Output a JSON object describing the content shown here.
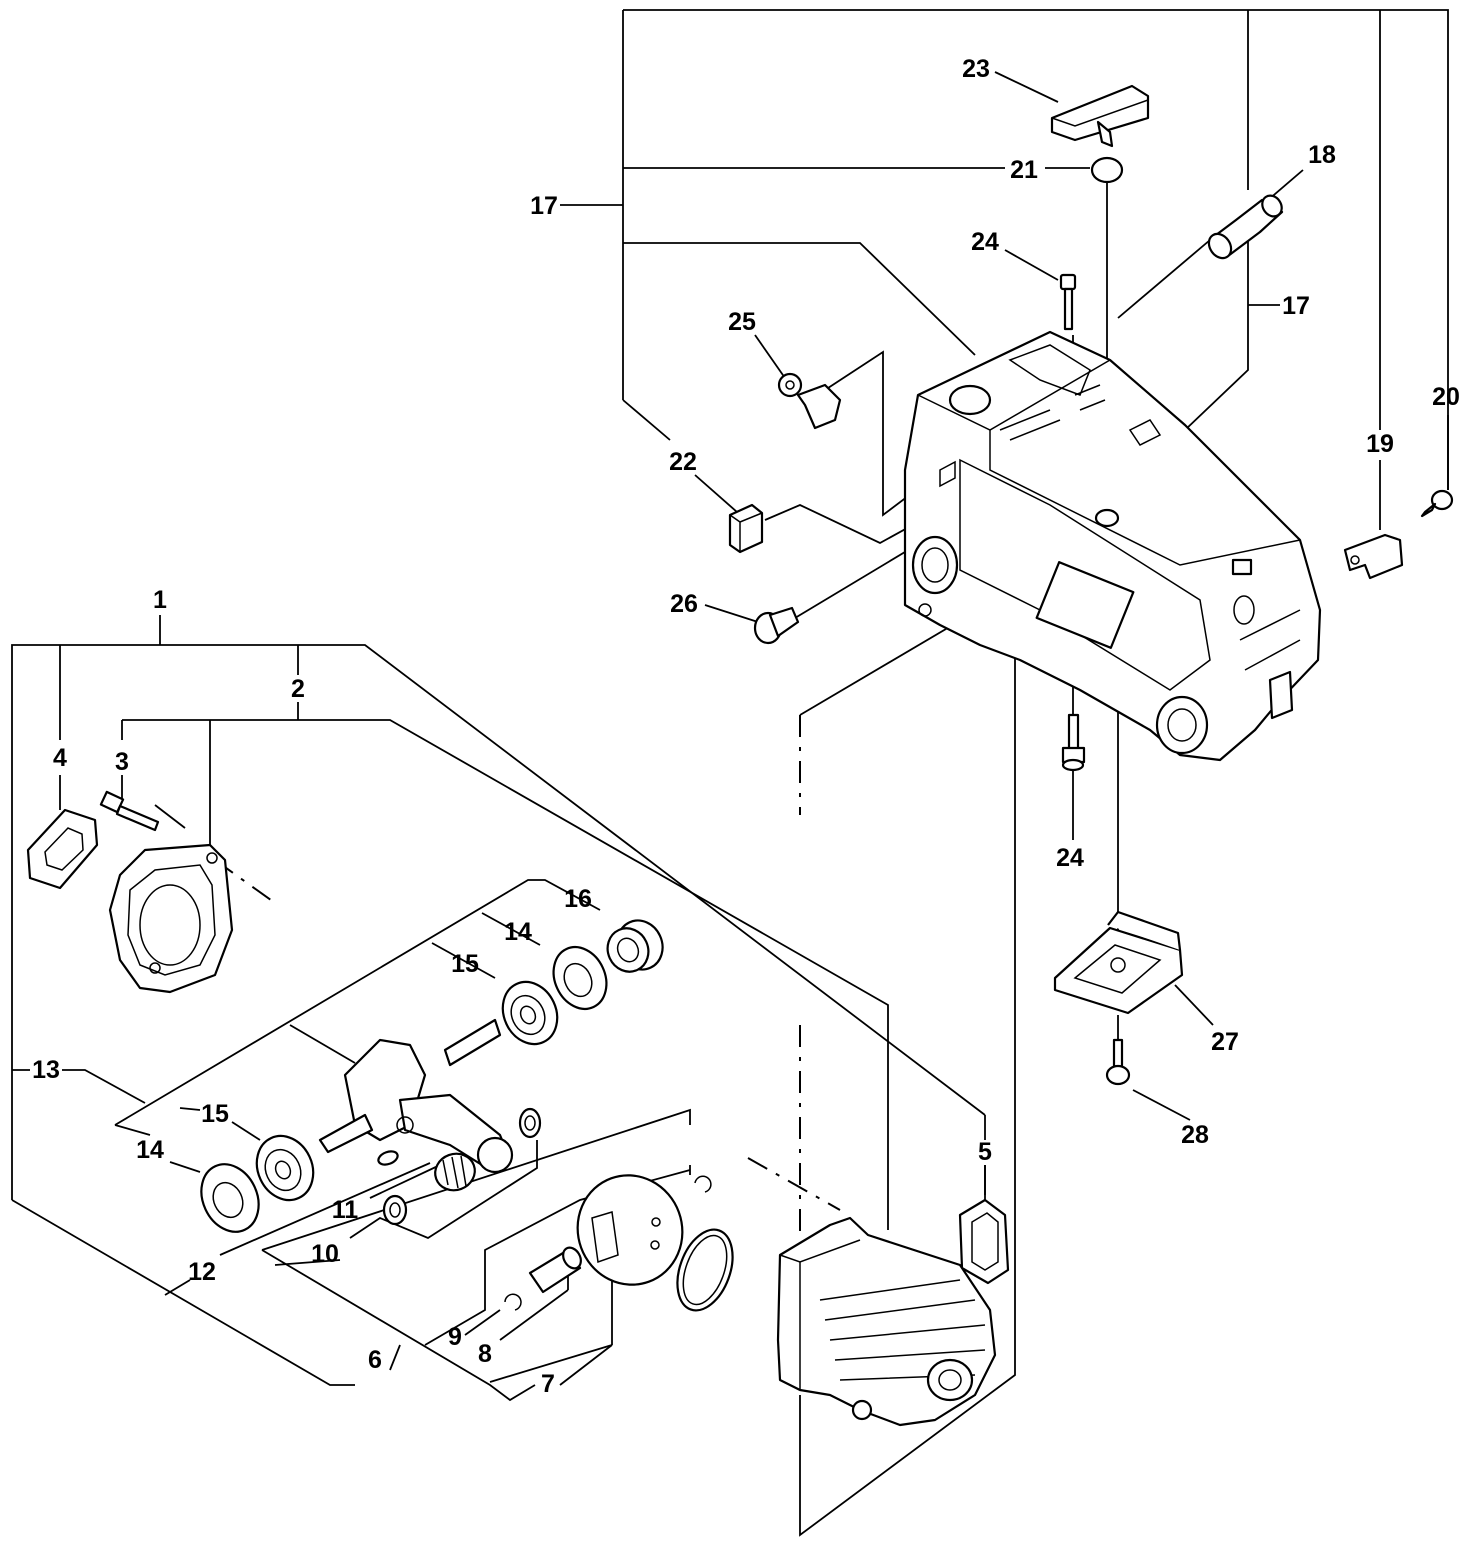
{
  "callouts": {
    "c1": "1",
    "c2": "2",
    "c3": "3",
    "c4": "4",
    "c5": "5",
    "c6": "6",
    "c7": "7",
    "c8": "8",
    "c9": "9",
    "c10": "10",
    "c11": "11",
    "c12": "12",
    "c13": "13",
    "c14a": "14",
    "c14b": "14",
    "c15a": "15",
    "c15b": "15",
    "c16": "16",
    "c17a": "17",
    "c17b": "17",
    "c18": "18",
    "c19": "19",
    "c20": "20",
    "c21": "21",
    "c22": "22",
    "c23": "23",
    "c24a": "24",
    "c24b": "24",
    "c25": "25",
    "c26": "26",
    "c27": "27",
    "c28": "28"
  }
}
